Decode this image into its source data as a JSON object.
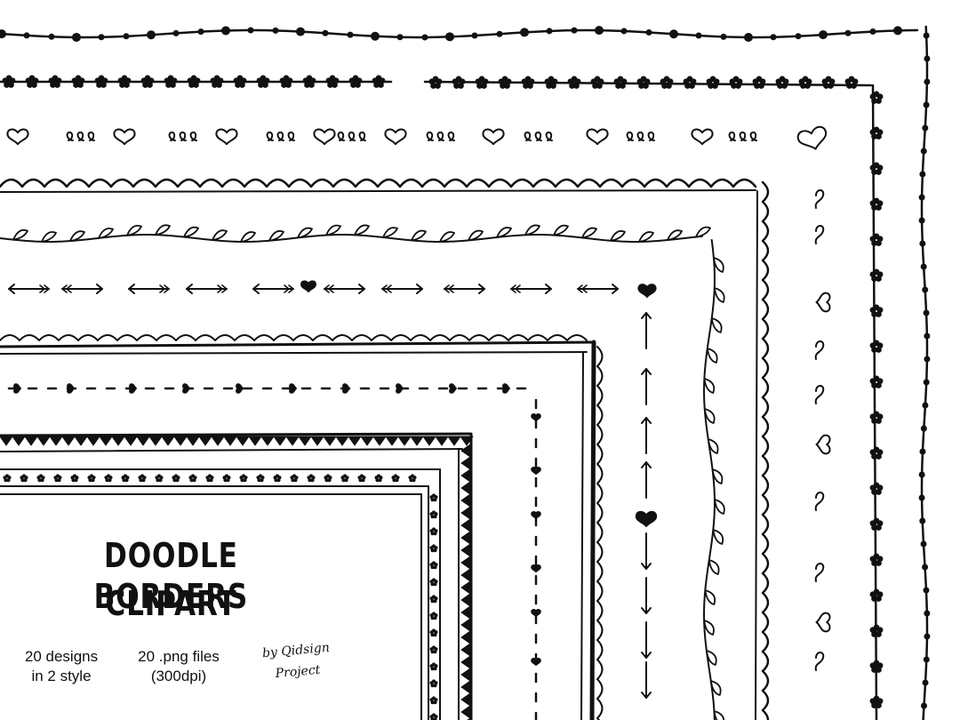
{
  "title": {
    "line1": "DOODLE BORDERS",
    "line2": "CLIPART"
  },
  "details": {
    "designs_line1": "20 designs",
    "designs_line2": "in 2 style",
    "files_line1": "20 .png files",
    "files_line2": "(300dpi)"
  },
  "credit": {
    "line1": "by Qidsign",
    "line2": "Project"
  },
  "colors": {
    "ink": "#111111",
    "background": "#ffffff"
  },
  "icons": [
    "heart-icon",
    "flower-icon",
    "arrow-icon",
    "leaf-icon",
    "dot-icon",
    "loop-icon"
  ]
}
